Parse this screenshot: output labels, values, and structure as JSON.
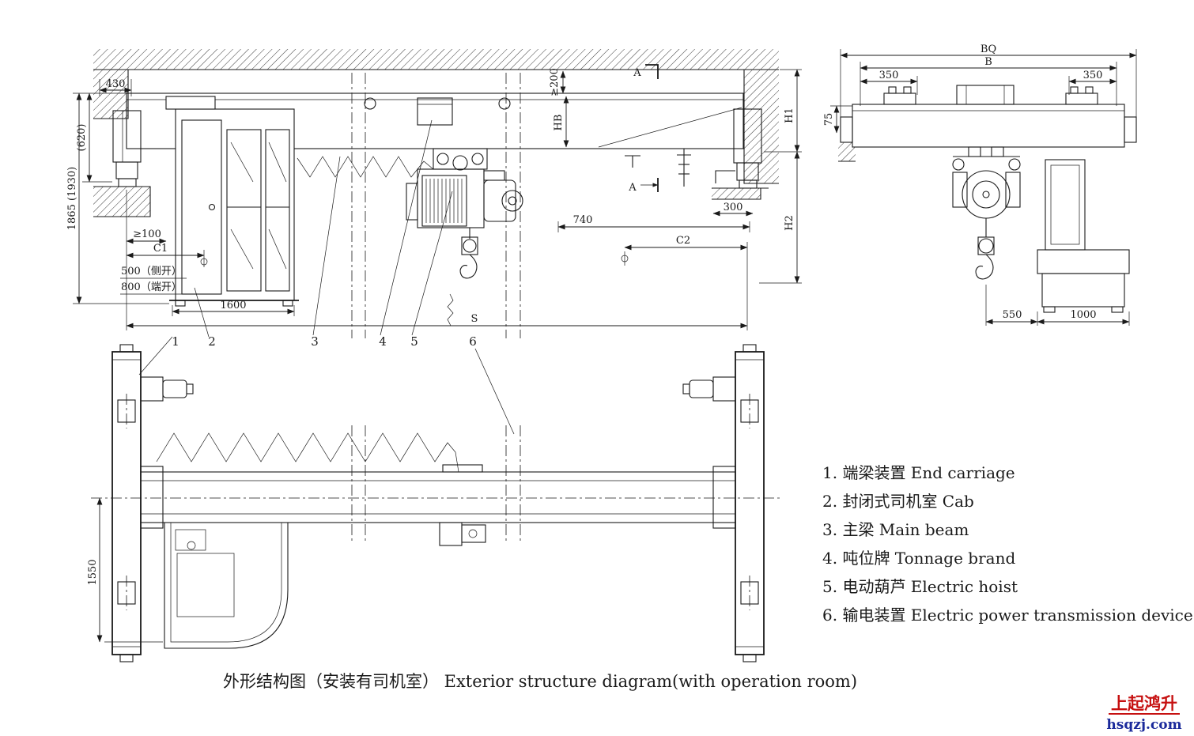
{
  "front_view": {
    "dims": {
      "w430": "430",
      "h620": "(620)",
      "h1865": "1865 (1930)",
      "ge100": "≥100",
      "c1": "C1",
      "side500": "500（侧开）",
      "end800": "800（端开）",
      "w1600": "1600",
      "ge200": "≥200",
      "hb": "HB",
      "w300": "300",
      "w740": "740",
      "c2": "C2",
      "s": "S",
      "h1": "H1",
      "h2": "H2"
    },
    "section_marks": {
      "top": "A",
      "mid": "A"
    },
    "part_numbers": [
      "1",
      "2",
      "3",
      "4",
      "5",
      "6"
    ]
  },
  "side_view": {
    "dims": {
      "bq": "BQ",
      "b": "B",
      "left350": "350",
      "right350": "350",
      "h75": "75",
      "w550": "550",
      "w1000": "1000"
    }
  },
  "plan_view": {
    "dims": {
      "h1550": "1550"
    }
  },
  "legend": {
    "items": [
      "1. 端梁装置 End carriage",
      "2. 封闭式司机室 Cab",
      "3. 主梁 Main beam",
      "4. 吨位牌 Tonnage brand",
      "5. 电动葫芦 Electric hoist",
      "6. 输电装置 Electric power transmission device"
    ]
  },
  "caption": "外形结构图（安装有司机室）  Exterior structure diagram(with operation room)",
  "logo": {
    "name": "上起鸿升",
    "site": "hsqzj.com"
  },
  "colors": {
    "ink": "#1a1a1a",
    "logo_red": "#c61010",
    "logo_blue": "#1b2a9b"
  }
}
